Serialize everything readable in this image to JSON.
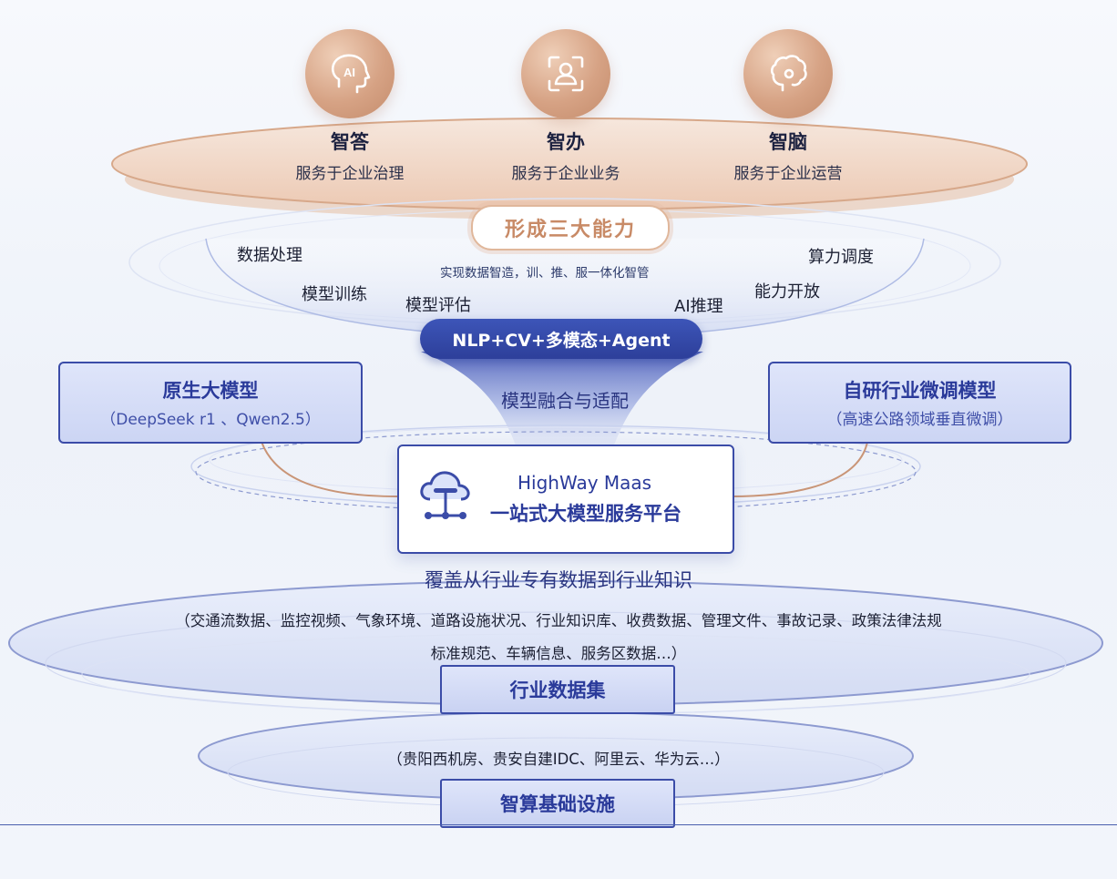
{
  "capabilities": [
    {
      "title": "智答",
      "subtitle": "服务于企业治理",
      "icon": "ai-head-icon"
    },
    {
      "title": "智办",
      "subtitle": "服务于企业业务",
      "icon": "face-scan-icon"
    },
    {
      "title": "智脑",
      "subtitle": "服务于企业运营",
      "icon": "brain-icon"
    }
  ],
  "three_capabilities_label": "形成三大能力",
  "workflow": {
    "data_processing": "数据处理",
    "model_training": "模型训练",
    "model_evaluation": "模型评估",
    "tagline": "实现数据智造，训、推、服一体化智管",
    "ai_inference": "AI推理",
    "compute_scheduling": "算力调度",
    "capability_open": "能力开放"
  },
  "tech_stack_label": "NLP+CV+多模态+Agent",
  "fusion_label": "模型融合与适配",
  "native_model": {
    "title": "原生大模型",
    "subtitle": "（DeepSeek r1 、Qwen2.5）"
  },
  "finetuned_model": {
    "title": "自研行业微调模型",
    "subtitle": "（高速公路领域垂直微调）"
  },
  "platform": {
    "name_en": "HighWay Maas",
    "name_cn": "一站式大模型服务平台",
    "icon": "cloud-network-icon"
  },
  "coverage_title": "覆盖从行业专有数据到行业知识",
  "data_sources_line1": "（交通流数据、监控视频、气象环境、道路设施状况、行业知识库、收费数据、管理文件、事故记录、政策法律法规",
  "data_sources_line2": "标准规范、车辆信息、服务区数据…）",
  "dataset_label": "行业数据集",
  "infra_sources": "（贵阳西机房、贵安自建IDC、阿里云、华为云…）",
  "infra_label": "智算基础设施",
  "colors": {
    "accent_blue": "#3b4ca8",
    "accent_orange": "#d6a284",
    "text_dark": "#1c2033"
  }
}
